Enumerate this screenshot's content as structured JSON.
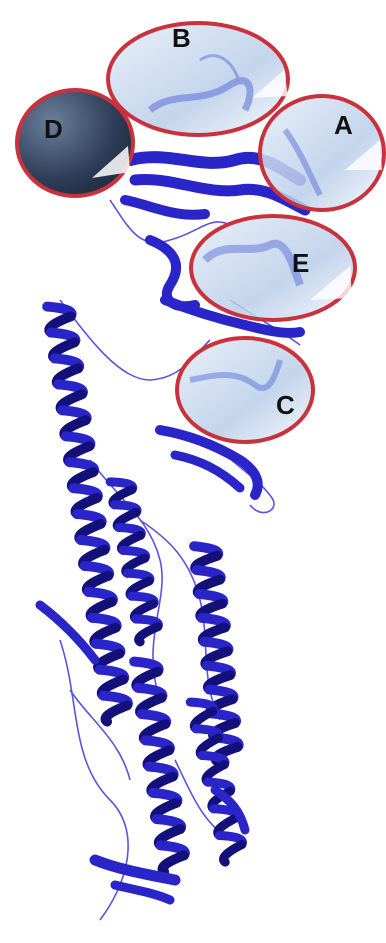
{
  "diagram": {
    "colors": {
      "ribbon": "#2a25c9",
      "ribbon_light": "#5a55e0",
      "ribbon_dark": "#14107a",
      "highlight_border": "#c8323c",
      "highlight_fill": "#c9daf0"
    },
    "regions": [
      {
        "id": "A",
        "label": "A"
      },
      {
        "id": "B",
        "label": "B"
      },
      {
        "id": "C",
        "label": "C"
      },
      {
        "id": "D",
        "label": "D"
      },
      {
        "id": "E",
        "label": "E"
      }
    ]
  }
}
